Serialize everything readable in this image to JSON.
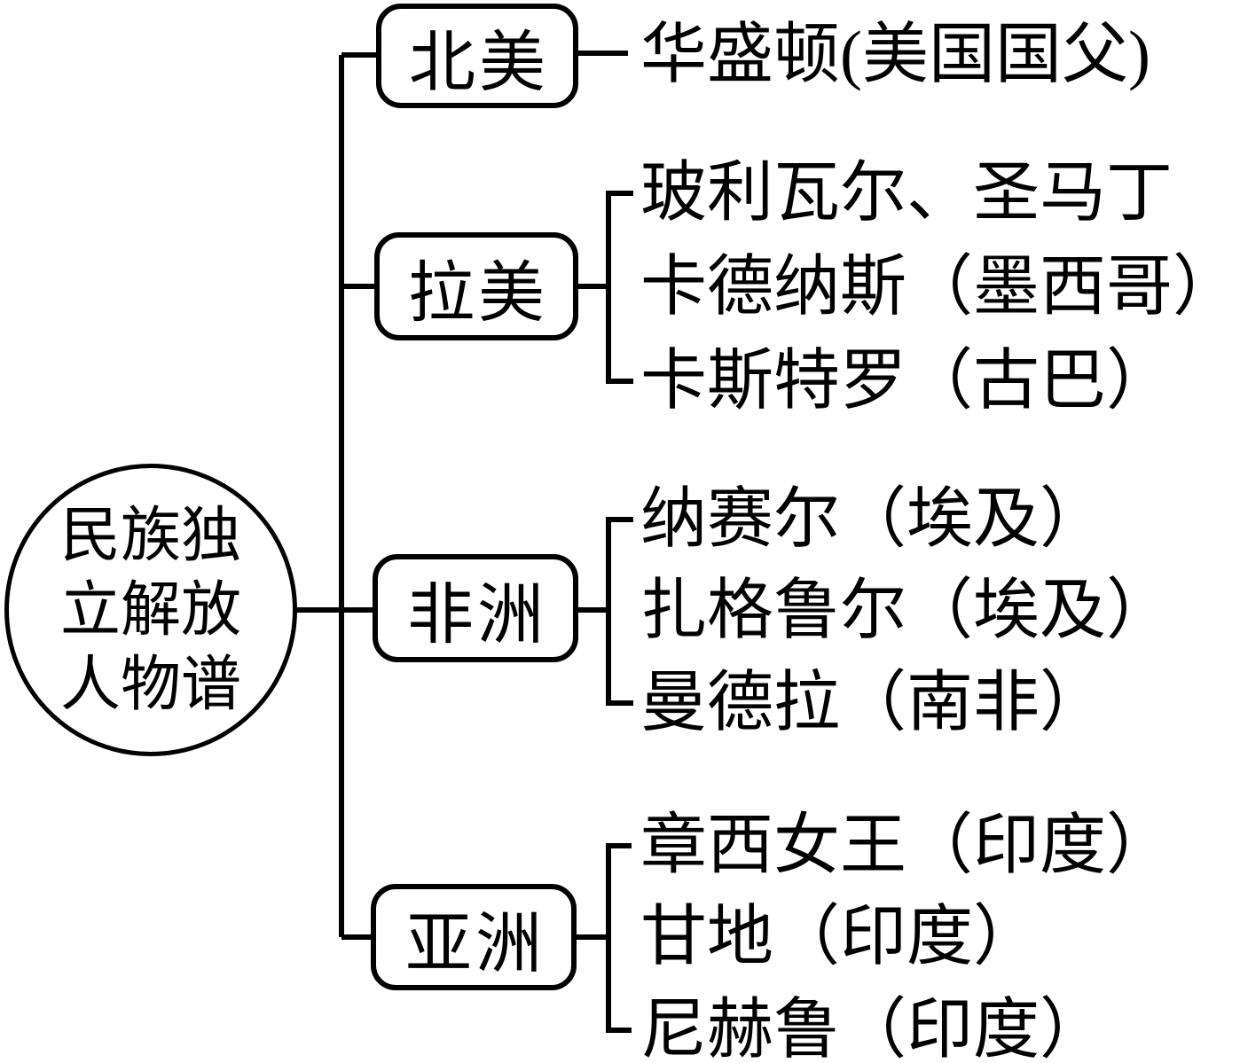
{
  "diagram": {
    "type": "concept-tree",
    "root": {
      "label": "民族独立解放人物谱",
      "label_lines": [
        "民族独",
        "立解放",
        "人物谱"
      ]
    },
    "branches": [
      {
        "label": "北美",
        "items": [
          "华盛顿(美国国父)"
        ]
      },
      {
        "label": "拉美",
        "items": [
          "玻利瓦尔、圣马丁",
          "卡德纳斯（墨西哥）",
          "卡斯特罗（古巴）"
        ]
      },
      {
        "label": "非洲",
        "items": [
          "纳赛尔（埃及）",
          "扎格鲁尔（埃及）",
          "曼德拉（南非）"
        ]
      },
      {
        "label": "亚洲",
        "items": [
          "章西女王（印度）",
          "甘地（印度）",
          "尼赫鲁（印度）"
        ]
      }
    ],
    "colors": {
      "ink": "#000000",
      "background": "#ffffff"
    }
  }
}
